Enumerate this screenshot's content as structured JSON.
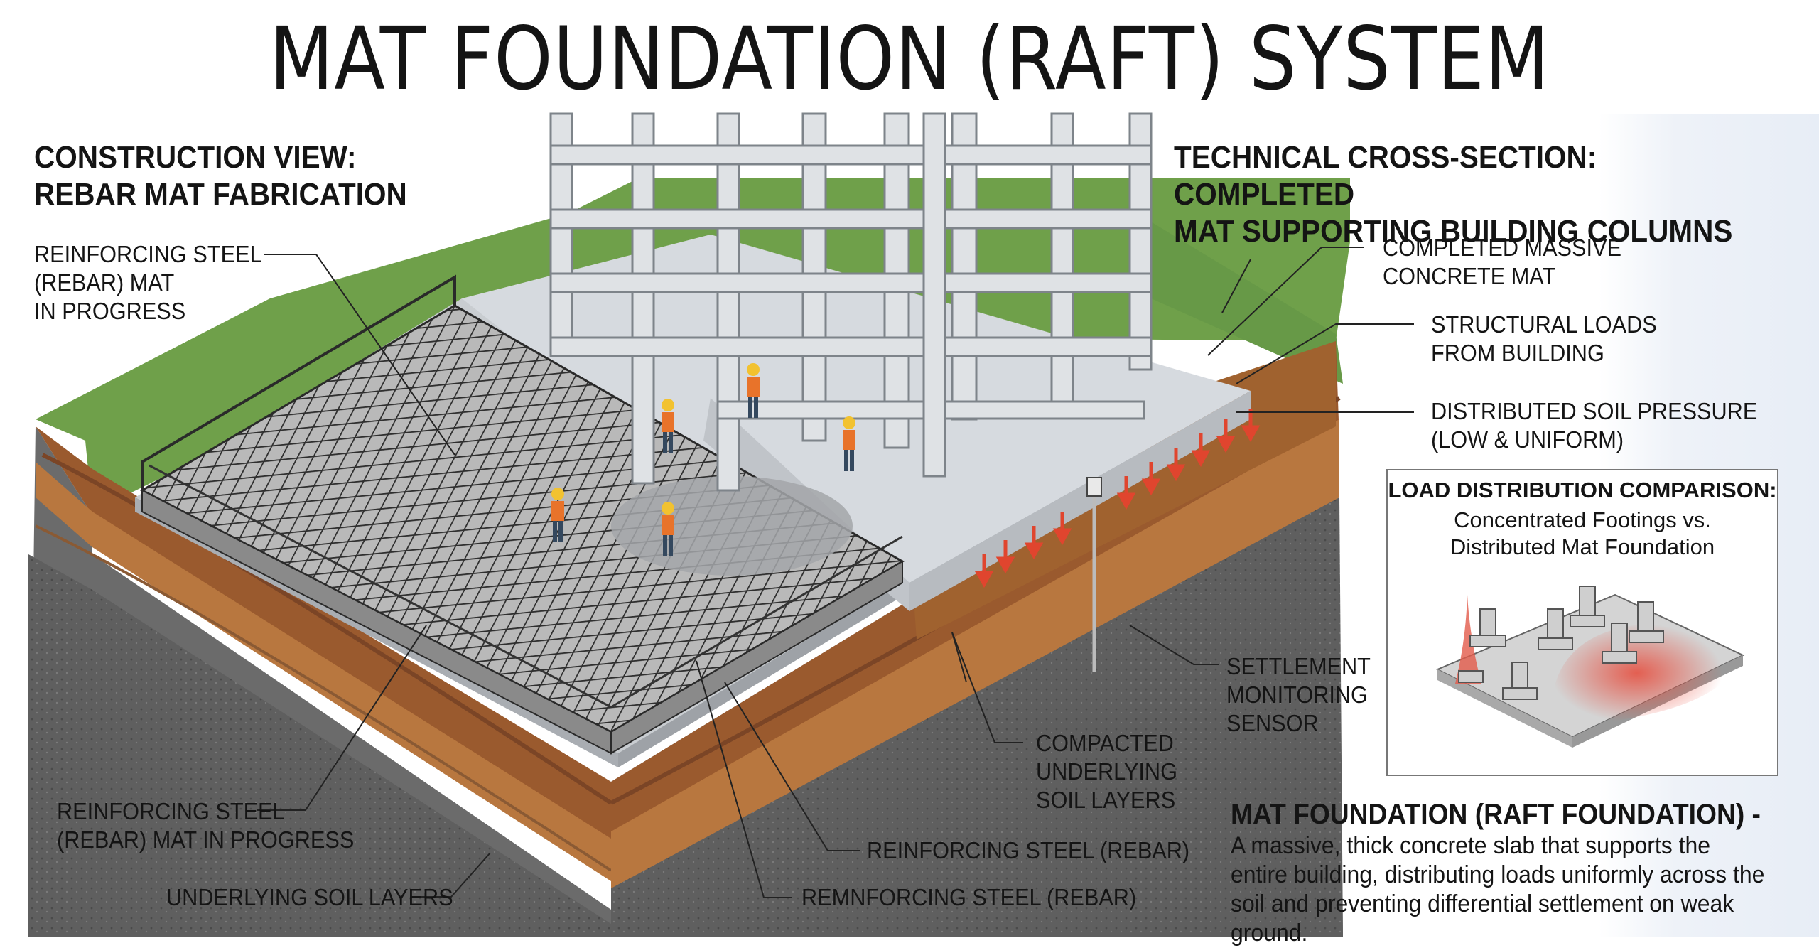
{
  "title": "MAT FOUNDATION (RAFT) SYSTEM",
  "left_header": {
    "line1": "CONSTRUCTION VIEW:",
    "line2": "REBAR MAT FABRICATION"
  },
  "right_header": {
    "line1": "TECHNICAL CROSS-SECTION: COMPLETED",
    "line2": "MAT SUPPORTING BUILDING COLUMNS"
  },
  "labels": {
    "rebar_top": [
      "REINFORCING STEEL",
      "(REBAR) MAT",
      "IN PROGRESS"
    ],
    "rebar_bottom": [
      "REINFORCING STEEL",
      "(REBAR) MAT IN PROGRESS"
    ],
    "underlying_soil": "UNDERLYING SOIL LAYERS",
    "remnforcing": "REMNFORCING STEEL (REBAR)",
    "reinforcing": "REINFORCING STEEL (REBAR)",
    "compacted": [
      "COMPACTED",
      "UNDERLYING",
      "SOIL LAYERS"
    ],
    "sensor": [
      "SETTLEMENT",
      "MONITORING",
      "SENSOR"
    ],
    "concrete_mat": [
      "COMPLETED MASSIVE",
      "CONCRETE MAT"
    ],
    "structural_loads": [
      "STRUCTURAL LOADS",
      "FROM BUILDING"
    ],
    "soil_pressure": [
      "DISTRIBUTED SOIL PRESSURE",
      "(LOW & UNIFORM)"
    ]
  },
  "inset": {
    "title": "LOAD DISTRIBUTION COMPARISON:",
    "sub1": "Concentrated Footings vs.",
    "sub2": "Distributed Mat Foundation"
  },
  "definition": {
    "title": "MAT FOUNDATION (RAFT FOUNDATION) -",
    "body": "A massive, thick concrete slab that supports the entire building, distributing loads uniformly across the soil and preventing differential settlement on weak ground."
  },
  "colors": {
    "grass": "#6fa04a",
    "topsoil": "#9a5a2e",
    "clay": "#b8773f",
    "rock": "#6b6b6b",
    "concrete": "#d2d6da",
    "steel": "#3a3a3a",
    "pressure_arrow": "#e0452e"
  }
}
